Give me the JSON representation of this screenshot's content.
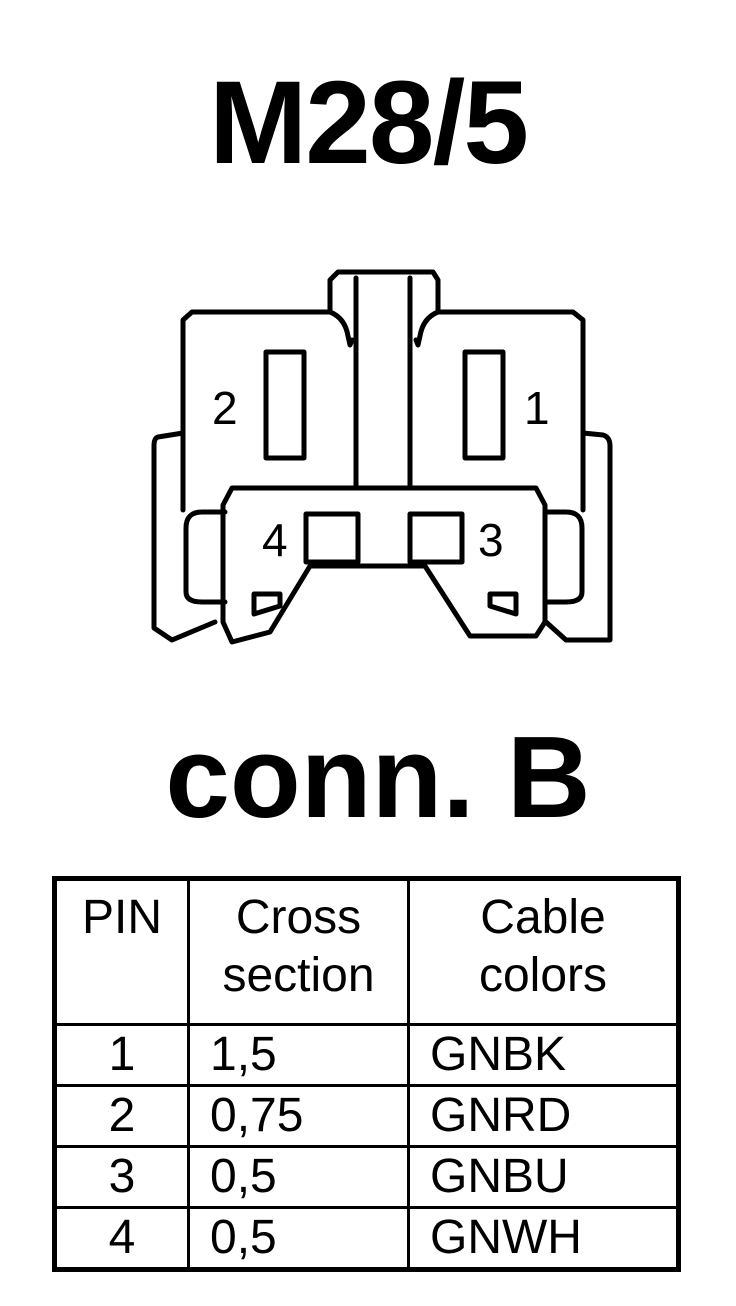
{
  "title": "M28/5",
  "connector_label": "conn. B",
  "pin_labels": {
    "p1": "1",
    "p2": "2",
    "p3": "3",
    "p4": "4"
  },
  "table": {
    "headers": [
      {
        "line1": "PIN",
        "line2": ""
      },
      {
        "line1": "Cross",
        "line2": "section"
      },
      {
        "line1": "Cable",
        "line2": "colors"
      }
    ],
    "rows": [
      {
        "pin": "1",
        "cross_section": "1,5",
        "color": "GNBK"
      },
      {
        "pin": "2",
        "cross_section": "0,75",
        "color": "GNRD"
      },
      {
        "pin": "3",
        "cross_section": "0,5",
        "color": "GNBU"
      },
      {
        "pin": "4",
        "cross_section": "0,5",
        "color": "GNWH"
      }
    ]
  }
}
